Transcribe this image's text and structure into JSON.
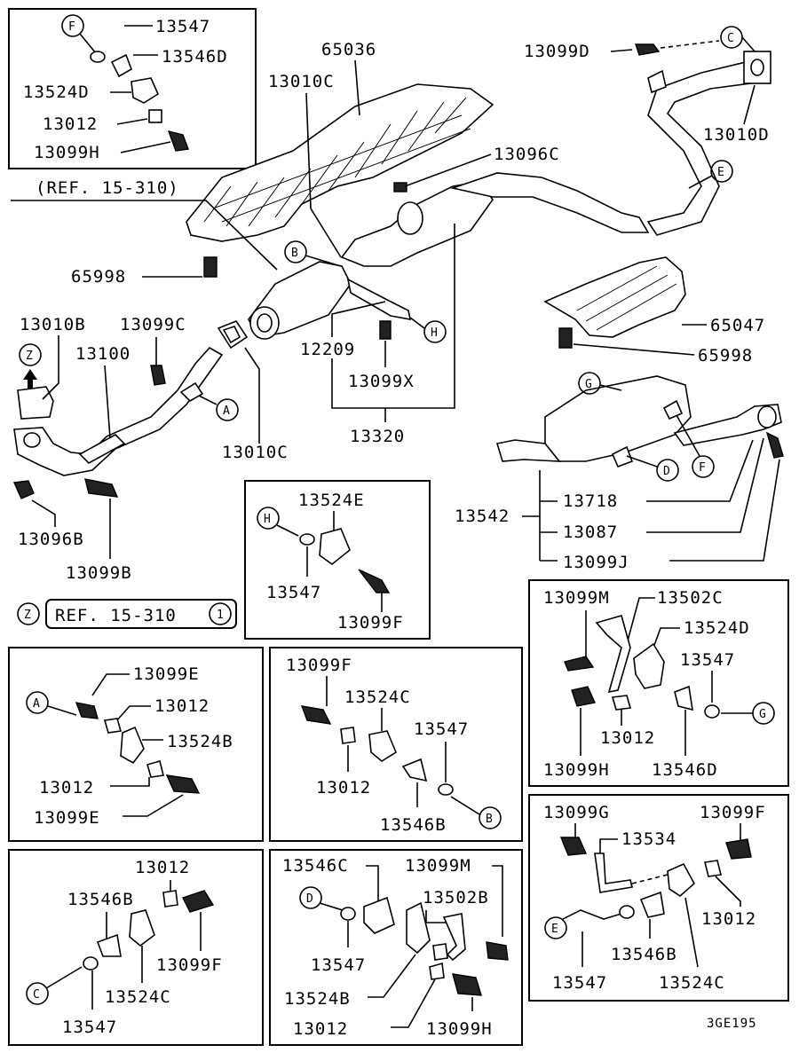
{
  "labels": {
    "p_f_top": "F",
    "p_13547_top": "13547",
    "p_13546d_top": "13546D",
    "p_13524d_top": "13524D",
    "p_13012_top": "13012",
    "p_13099h_top": "13099H",
    "p_65036": "65036",
    "p_13010c_top": "13010C",
    "p_13099d": "13099D",
    "p_c_top": "C",
    "p_13010d": "13010D",
    "p_e_top": "E",
    "p_ref_top": "(REF. 15-310)",
    "p_13096c": "13096C",
    "p_b_mid": "B",
    "p_65998_a": "65998",
    "p_65047": "65047",
    "p_65998_b": "65998",
    "p_13010b": "13010B",
    "p_13099c": "13099C",
    "p_z": "Z",
    "p_13100": "13100",
    "p_a_mid": "A",
    "p_12209": "12209",
    "p_h_mid": "H",
    "p_13099x": "13099X",
    "p_13320": "13320",
    "p_13010c_b": "13010C",
    "p_g_mid": "G",
    "p_d_mid": "D",
    "p_f_mid": "F",
    "p_13096b": "13096B",
    "p_13099b": "13099B",
    "p_13542": "13542",
    "p_13718": "13718",
    "p_13087": "13087",
    "p_13099j": "13099J",
    "p_z2": "Z",
    "p_ref_z": "REF. 15-310",
    "p_ref_1": "1",
    "h_h": "H",
    "h_13524e": "13524E",
    "h_13547": "13547",
    "h_13099f": "13099F",
    "g_13099m": "13099M",
    "g_13502c": "13502C",
    "g_13524d": "13524D",
    "g_13547": "13547",
    "g_g": "G",
    "g_13012": "13012",
    "g_13099h": "13099H",
    "g_13546d": "13546D",
    "a_13099e": "13099E",
    "a_a": "A",
    "a_13012a": "13012",
    "a_13524b": "13524B",
    "a_13012b": "13012",
    "a_13099e2": "13099E",
    "b_13099f": "13099F",
    "b_13524c": "13524C",
    "b_13547": "13547",
    "b_13012": "13012",
    "b_13546b": "13546B",
    "b_b": "B",
    "e_13099g": "13099G",
    "e_13099f": "13099F",
    "e_13534": "13534",
    "e_13012": "13012",
    "e_e": "E",
    "e_13546b": "13546B",
    "e_13547": "13547",
    "e_13524c": "13524C",
    "c_13012": "13012",
    "c_13546b": "13546B",
    "c_13099f": "13099F",
    "c_c": "C",
    "c_13524c": "13524C",
    "c_13547": "13547",
    "d_13546c": "13546C",
    "d_13099m": "13099M",
    "d_d": "D",
    "d_13502b": "13502B",
    "d_13547": "13547",
    "d_13524b": "13524B",
    "d_13012": "13012",
    "d_13099h": "13099H",
    "code": "3GE195"
  }
}
